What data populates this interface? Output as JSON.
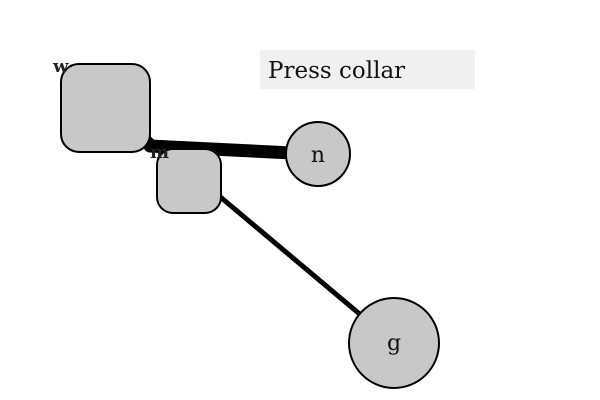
{
  "title": "Press collar",
  "colors": {
    "node_fill": "#c8c8c8",
    "stroke": "#000000",
    "title_bg": "#f0f0f0"
  },
  "nodes": {
    "w": {
      "label": "w",
      "shape": "rounded-square"
    },
    "m": {
      "label": "m",
      "shape": "rounded-square"
    },
    "n": {
      "label": "n",
      "shape": "circle"
    },
    "g": {
      "label": "g",
      "shape": "circle"
    }
  },
  "edges": [
    {
      "from": "w",
      "to": "n",
      "weight": "thick"
    },
    {
      "from": "m",
      "to": "g",
      "weight": "medium"
    }
  ]
}
